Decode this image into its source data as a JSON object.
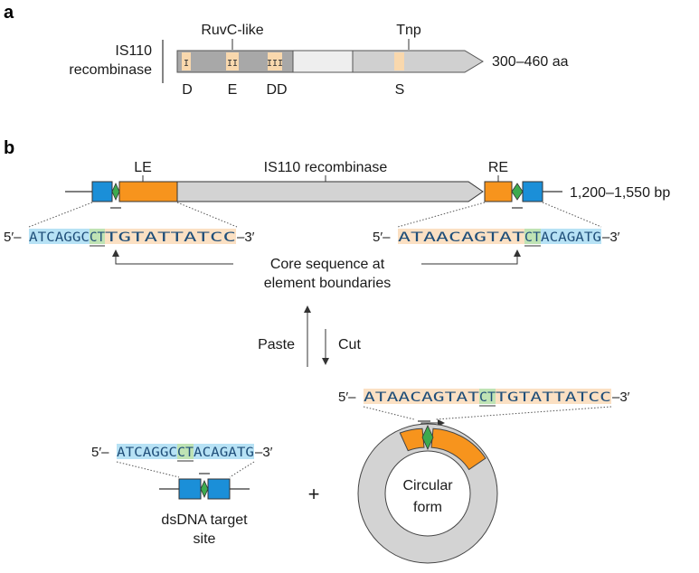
{
  "panel_a": {
    "label": "a",
    "protein_label_line1": "IS110",
    "protein_label_line2": "recombinase",
    "domain_ruvc": "RuvC-like",
    "domain_tnp": "Tnp",
    "motif_d": "D",
    "motif_e": "E",
    "motif_dd": "DD",
    "motif_s": "S",
    "motif_i": "I",
    "motif_iii": "III",
    "motif_ii": "II",
    "length": "300–460 aa"
  },
  "panel_b": {
    "label": "b",
    "le_label": "LE",
    "re_label": "RE",
    "element_label": "IS110 recombinase",
    "length": "1,200–1,550 bp",
    "left_seq": {
      "five": "5′–",
      "blue": "ATCAGGC",
      "core": "CT",
      "tan": "TGTATTATCC",
      "three": "–3′"
    },
    "right_seq": {
      "five": "5′–",
      "tan": "ATAACAGTAT",
      "core": "CT",
      "blue": "ACAGATG",
      "three": "–3′"
    },
    "core_caption_line1": "Core sequence at",
    "core_caption_line2": "element boundaries",
    "paste_label": "Paste",
    "cut_label": "Cut",
    "circle_seq": {
      "five": "5′–",
      "tan1": "ATAACAGTAT",
      "core": "CT",
      "tan2": "TGTATTATCC",
      "three": "–3′"
    },
    "target_seq": {
      "five": "5′–",
      "blue1": "ATCAGGC",
      "core": "CT",
      "blue2": "ACAGATG",
      "three": "–3′"
    },
    "target_caption_line1": "dsDNA target",
    "target_caption_line2": "site",
    "plus": "+",
    "circle_caption_line1": "Circular",
    "circle_caption_line2": "form"
  },
  "colors": {
    "orange": "#f7941d",
    "blue": "#1b8fd8",
    "green": "#3daa4f",
    "grey": "#d0d0d0",
    "tan": "#f9d8ad",
    "seq_blue_bg": "#b7e2f5",
    "seq_tan_bg": "#fbe0c3",
    "seq_green_bg": "#bfe3b4"
  }
}
